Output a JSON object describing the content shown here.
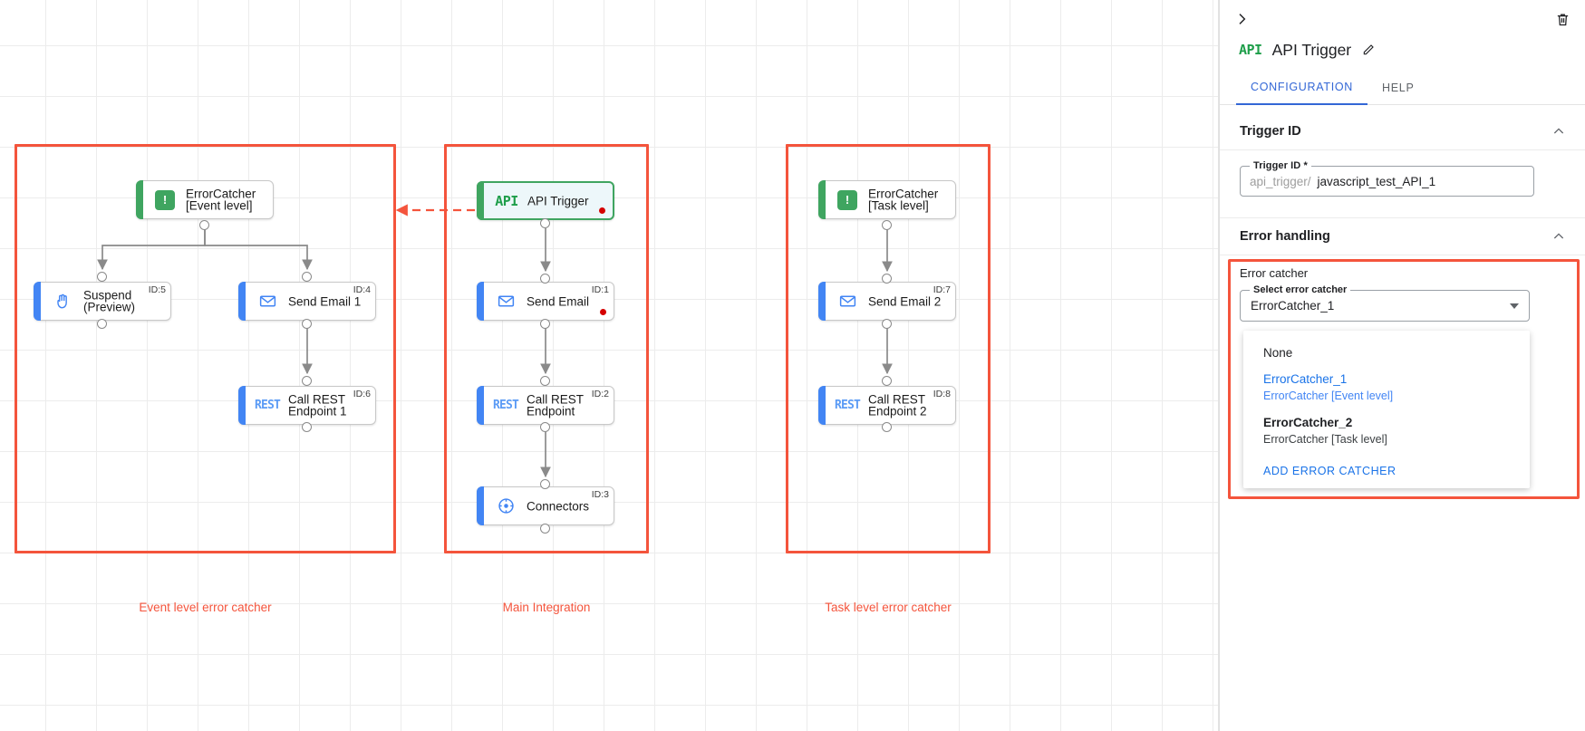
{
  "canvas": {
    "groups": [
      {
        "id": "event-level",
        "label": "Event level error catcher"
      },
      {
        "id": "main-integration",
        "label": "Main Integration"
      },
      {
        "id": "task-level",
        "label": "Task level error catcher"
      }
    ],
    "nodes": [
      {
        "key": "errorcatcher_event",
        "label": "ErrorCatcher\n[Event level]",
        "icon": "error-catcher-icon",
        "id_badge": "",
        "accent": "#3fa560",
        "selected": false,
        "dot": false
      },
      {
        "key": "suspend",
        "label": "Suspend\n(Preview)",
        "icon": "hand-icon",
        "id_badge": "ID:5",
        "accent": "#4285f4",
        "selected": false,
        "dot": false
      },
      {
        "key": "send_email_1",
        "label": "Send Email 1",
        "icon": "envelope-icon",
        "id_badge": "ID:4",
        "accent": "#4285f4",
        "selected": false,
        "dot": false
      },
      {
        "key": "call_rest_1",
        "label": "Call REST\nEndpoint 1",
        "icon": "rest-icon",
        "id_badge": "ID:6",
        "accent": "#4285f4",
        "selected": false,
        "dot": false
      },
      {
        "key": "api_trigger",
        "label": "API Trigger",
        "icon": "api-icon",
        "id_badge": "",
        "accent": "#3fa560",
        "selected": true,
        "dot": true
      },
      {
        "key": "send_email",
        "label": "Send Email",
        "icon": "envelope-icon",
        "id_badge": "ID:1",
        "accent": "#4285f4",
        "selected": false,
        "dot": true
      },
      {
        "key": "call_rest",
        "label": "Call REST\nEndpoint",
        "icon": "rest-icon",
        "id_badge": "ID:2",
        "accent": "#4285f4",
        "selected": false,
        "dot": false
      },
      {
        "key": "connectors",
        "label": "Connectors",
        "icon": "connectors-icon",
        "id_badge": "ID:3",
        "accent": "#4285f4",
        "selected": false,
        "dot": false
      },
      {
        "key": "errorcatcher_task",
        "label": "ErrorCatcher\n[Task level]",
        "icon": "error-catcher-icon",
        "id_badge": "",
        "accent": "#3fa560",
        "selected": false,
        "dot": false
      },
      {
        "key": "send_email_2",
        "label": "Send Email 2",
        "icon": "envelope-icon",
        "id_badge": "ID:7",
        "accent": "#4285f4",
        "selected": false,
        "dot": false
      },
      {
        "key": "call_rest_2",
        "label": "Call REST\nEndpoint 2",
        "icon": "rest-icon",
        "id_badge": "ID:8",
        "accent": "#4285f4",
        "selected": false,
        "dot": false
      }
    ],
    "error_catcher_badge_glyph": "❙"
  },
  "panel": {
    "title": "API Trigger",
    "title_logo": "API",
    "collapse_icon": "chevron-right-icon",
    "delete_icon": "trash-icon",
    "edit_icon": "pencil-icon",
    "tabs": [
      {
        "label": "CONFIGURATION",
        "active": true
      },
      {
        "label": "HELP",
        "active": false
      }
    ],
    "sections": {
      "trigger_id": {
        "heading": "Trigger ID",
        "field_legend": "Trigger ID *",
        "prefix": "api_trigger/",
        "value": "javascript_test_API_1"
      },
      "error_handling": {
        "heading": "Error handling",
        "error_catcher_label": "Error catcher",
        "select_legend": "Select error catcher",
        "select_value": "ErrorCatcher_1",
        "options": [
          {
            "main": "None",
            "sub": "",
            "selected": false,
            "bold": false
          },
          {
            "main": "ErrorCatcher_1",
            "sub": "ErrorCatcher [Event level]",
            "selected": true,
            "bold": false
          },
          {
            "main": "ErrorCatcher_2",
            "sub": "ErrorCatcher [Task level]",
            "selected": false,
            "bold": true
          }
        ],
        "add_action": "ADD ERROR CATCHER"
      }
    }
  },
  "colors": {
    "accent_blue": "#4285f4",
    "accent_green": "#3fa560",
    "red_outline": "#f4543c",
    "link_blue": "#1a73e8",
    "status_dot": "#d50000"
  }
}
